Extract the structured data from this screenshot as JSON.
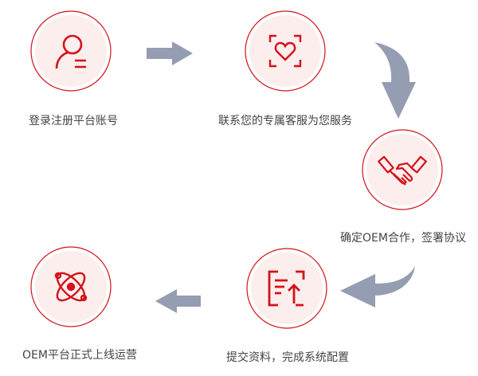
{
  "steps": [
    {
      "label": "登录注册平台账号",
      "icon": "user-register-icon"
    },
    {
      "label": "联系您的专属客服为您服务",
      "icon": "heart-focus-icon"
    },
    {
      "label": "确定OEM合作，签署协议",
      "icon": "handshake-icon"
    },
    {
      "label": "提交资料，完成系统配置",
      "icon": "document-upload-icon"
    },
    {
      "label": "OEM平台正式上线运营",
      "icon": "atom-launch-icon"
    }
  ],
  "colors": {
    "accent": "#d2121a",
    "circle_fill": "#fdeeee",
    "arrow": "#959db2",
    "text": "#444444"
  }
}
